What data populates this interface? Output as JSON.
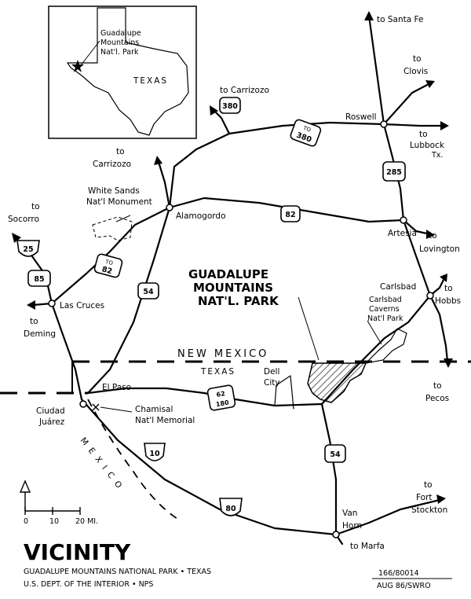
{
  "inset": {
    "park_label": [
      "Guadalupe",
      "Mountains",
      "Nat'l. Park"
    ],
    "state_label": "TEXAS"
  },
  "destinations": {
    "santa_fe": "to Santa Fe",
    "clovis": [
      "to",
      "Clovis"
    ],
    "lubbock": [
      "to",
      "Lubbock",
      "Tx."
    ],
    "carrizozo_upper": "to Carrizozo",
    "carrizozo_left": [
      "to",
      "Carrizozo"
    ],
    "socorro": [
      "to",
      "Socorro"
    ],
    "lovington": [
      "to",
      "Lovington"
    ],
    "hobbs": [
      "to",
      "Hobbs"
    ],
    "deming": [
      "to",
      "Deming"
    ],
    "pecos": [
      "to",
      "Pecos"
    ],
    "fort_stockton": [
      "to",
      "Fort",
      "Stockton"
    ],
    "marfa": "to Marfa"
  },
  "towns": {
    "roswell": "Roswell",
    "alamogordo": "Alamogordo",
    "artesia": "Artesia",
    "carlsbad": "Carlsbad",
    "las_cruces": "Las Cruces",
    "el_paso": "El Paso",
    "ciudad_juarez": [
      "Ciudad",
      "Juárez"
    ],
    "dell_city": [
      "Dell",
      "City"
    ],
    "van_horn": [
      "Van",
      "Horn"
    ]
  },
  "landmarks": {
    "white_sands": [
      "White Sands",
      "Nat'l Monument"
    ],
    "chamisal": [
      "Chamisal",
      "Nat'l Memorial"
    ],
    "carlsbad_caverns": [
      "Carlsbad",
      "Caverns",
      "Nat'l Park"
    ],
    "guadalupe": [
      "GUADALUPE",
      "MOUNTAINS",
      "NAT'L. PARK"
    ]
  },
  "regions": {
    "new_mexico": "NEW MEXICO",
    "texas": "TEXAS",
    "mexico": "M E X I C O"
  },
  "shields": {
    "us380_top": "380",
    "to380": [
      "TO",
      "380"
    ],
    "us285": "285",
    "us82": "82",
    "to82": [
      "TO",
      "82"
    ],
    "i25": "25",
    "us85": "85",
    "us54_west": "54",
    "us62_180": [
      "62",
      "180"
    ],
    "i10": "10",
    "us54_south": "54",
    "i80": "80"
  },
  "scale": {
    "ticks": [
      "0",
      "10",
      "20 MI."
    ]
  },
  "title_block": {
    "title": "VICINITY",
    "subtitle": "GUADALUPE MOUNTAINS NATIONAL PARK • TEXAS",
    "agency": "U.S. DEPT. OF THE INTERIOR • NPS",
    "drawing_no": "166/80014",
    "date": "AUG 86/SWRO"
  }
}
